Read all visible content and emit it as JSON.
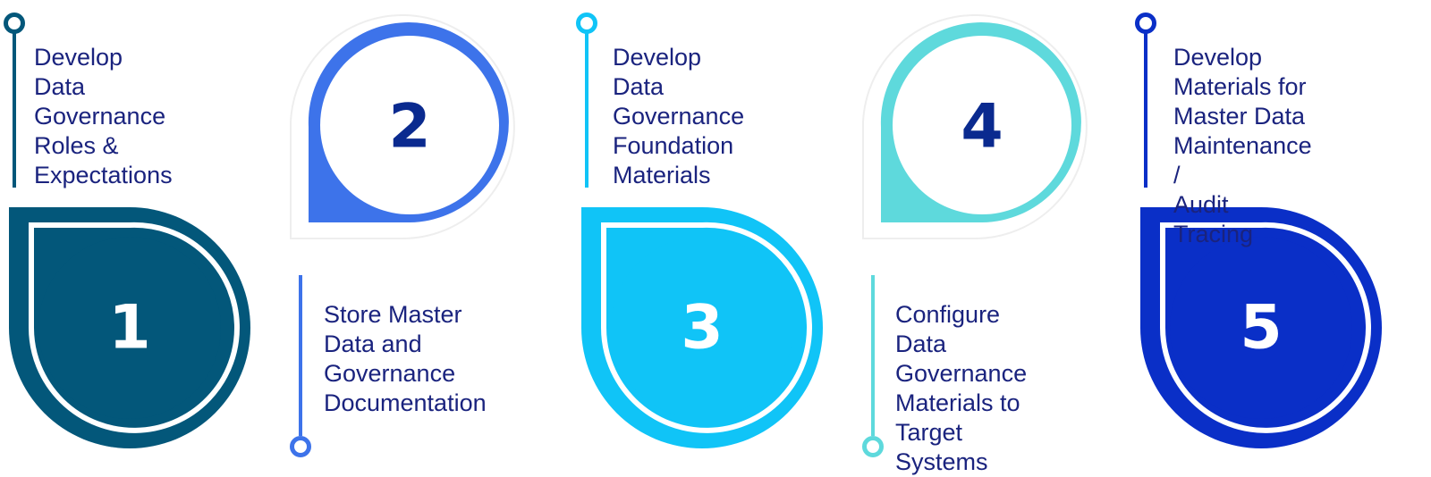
{
  "steps": [
    {
      "number": "1",
      "label": "Develop Data\nGovernance\nRoles &\nExpectations",
      "color": "#03577a",
      "number_color": "#ffffff"
    },
    {
      "number": "2",
      "label": "Store Master\nData and\nGovernance\nDocumentation",
      "color": "#3d73ea",
      "number_color": "#0a2a8f"
    },
    {
      "number": "3",
      "label": "Develop Data\nGovernance\nFoundation\nMaterials",
      "color": "#10c4f7",
      "number_color": "#ffffff"
    },
    {
      "number": "4",
      "label": "Configure Data\nGovernance\nMaterials to\nTarget Systems",
      "color": "#5ed9dc",
      "number_color": "#0a2a8f"
    },
    {
      "number": "5",
      "label": "Develop\nMaterials for\nMaster Data\nMaintenance /\nAudit Tracing",
      "color": "#0a2fc7",
      "number_color": "#ffffff"
    }
  ]
}
